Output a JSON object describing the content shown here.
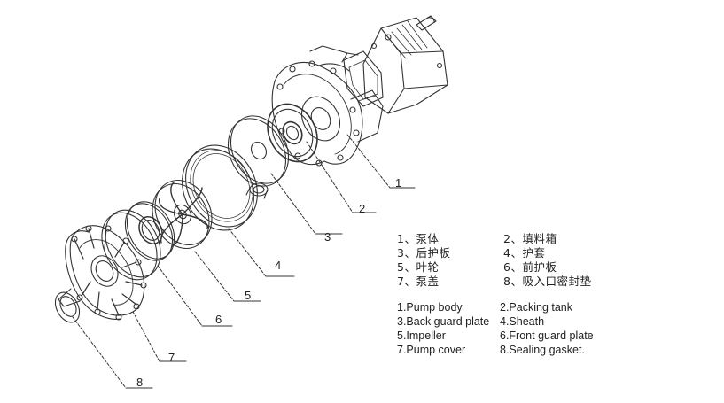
{
  "callouts": [
    "1",
    "2",
    "3",
    "4",
    "5",
    "6",
    "7",
    "8"
  ],
  "legend_cn": [
    {
      "left": "1、泵体",
      "right": "2、填料箱"
    },
    {
      "left": "3、后护板",
      "right": "4、护套"
    },
    {
      "left": "5、叶轮",
      "right": "6、前护板"
    },
    {
      "left": "7、泵盖",
      "right": "8、吸入口密封垫"
    }
  ],
  "legend_en": [
    {
      "left": "1.Pump body",
      "right": "2.Packing tank"
    },
    {
      "left": "3.Back guard plate",
      "right": "4.Sheath"
    },
    {
      "left": "5.Impeller",
      "right": "6.Front guard plate"
    },
    {
      "left": "7.Pump cover",
      "right": "8.Sealing gasket."
    }
  ]
}
